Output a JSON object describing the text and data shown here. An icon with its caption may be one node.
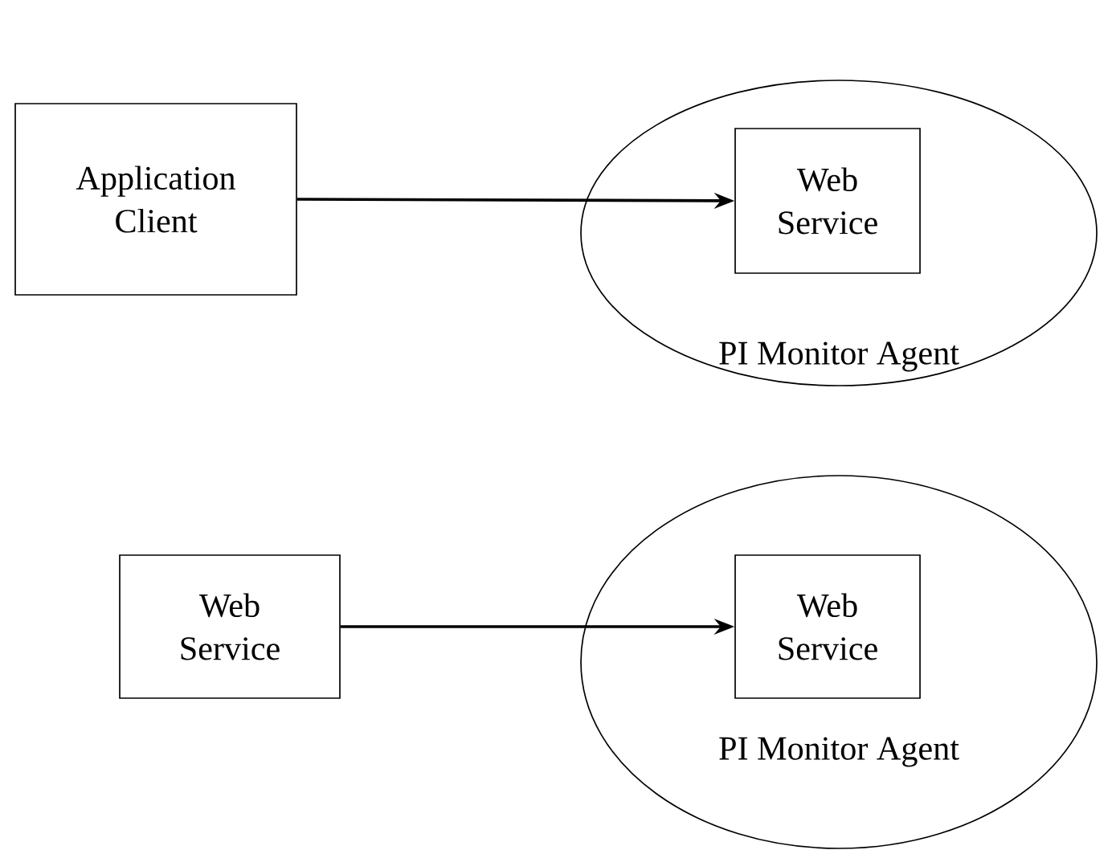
{
  "diagram": {
    "nodes": [
      {
        "text": [
          "Application Client"
        ]
      },
      {
        "text": [
          "PI Monitor Agent"
        ]
      },
      {
        "text": [
          "Web Service"
        ],
        "in": 1
      },
      {
        "text": [
          "Web Service"
        ]
      },
      {
        "text": [
          "PI Monitor Agent"
        ]
      },
      {
        "text": [
          "Web Service"
        ],
        "in": 4
      }
    ],
    "edges": [
      {
        "from": 0,
        "to": 2,
        "arrow": "to"
      },
      {
        "from": 3,
        "to": 5,
        "arrow": "to"
      }
    ]
  }
}
